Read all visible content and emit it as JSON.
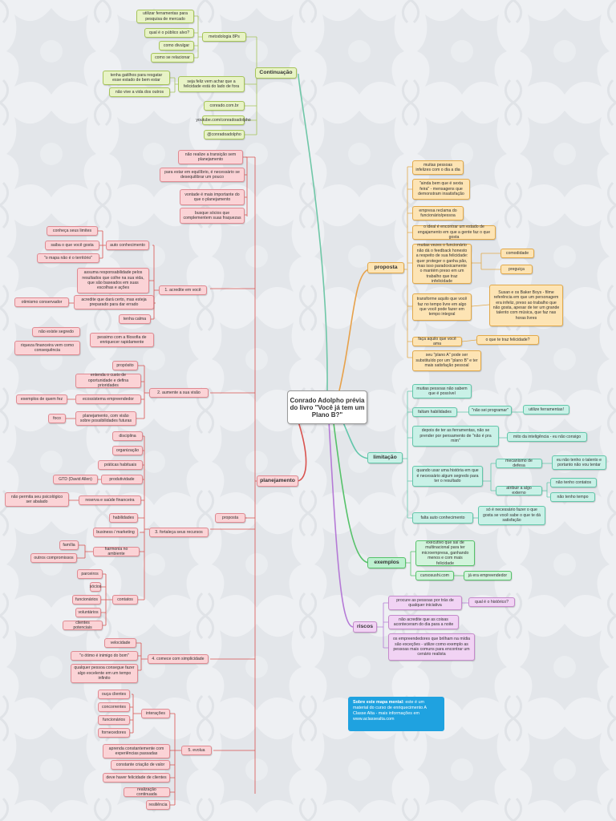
{
  "center": "Conrado Adolpho prévia do livro \"Você já tem um Plano B?\"",
  "info": {
    "title": "Sobre este mapa mental:",
    "text": "este é um material do curso de enriquecimento A Classe Alta - mais informações em www.aclassealta.com"
  },
  "colors": {
    "continuacao": "#a6c45a",
    "proposta": "#e2a94a",
    "limitacao": "#63c7ab",
    "exemplos": "#56c26a",
    "riscos": "#b57ad6",
    "planejamento": "#d9534f"
  },
  "nodes": [
    {
      "id": "continuacao",
      "label": "Continuação"
    },
    {
      "id": "metodologia",
      "label": "metodologia 8Ps"
    },
    {
      "id": "utilizar_ferr",
      "label": "utilizar ferramentas para pesquisa de mercado"
    },
    {
      "id": "publico",
      "label": "qual é o público alvo?"
    },
    {
      "id": "divulgar",
      "label": "como divulgar"
    },
    {
      "id": "relacionar",
      "label": "como se relacionar"
    },
    {
      "id": "seja_feliz",
      "label": "seja feliz vem achar que a felicidade está do lado de fora"
    },
    {
      "id": "gatilhos",
      "label": "tenha gatilhos para resgatar esse estado de bem estar"
    },
    {
      "id": "nao_vive",
      "label": "não vive a vida dos outros"
    },
    {
      "id": "site",
      "label": "conrado.com.br"
    },
    {
      "id": "youtube",
      "label": "youtube.com/conradoadolpho"
    },
    {
      "id": "twitter",
      "label": "@conradoadolpho"
    },
    {
      "id": "proposta",
      "label": "proposta"
    },
    {
      "id": "infelizes",
      "label": "muitas pessoas infelizes com o dia a dia"
    },
    {
      "id": "ainda_bem",
      "label": "\"ainda bem que é sexta feira\" - mensagens que demonstram insatisfação"
    },
    {
      "id": "empresa",
      "label": "empresa reclama do funcionário/pessoa"
    },
    {
      "id": "ideal",
      "label": "o ideal é encontrar um estado de engajamento em que a gente faz o que gosta"
    },
    {
      "id": "muitas_vezes",
      "label": "muitas vezes o funcionário não dá o feedback honesto a respeito de sua felicidade: quer proteger o ganha pão, mas isso paradoxicamente o mantém preso em um trabalho que traz infelicidade"
    },
    {
      "id": "comodidade",
      "label": "comodidade"
    },
    {
      "id": "preguica",
      "label": "preguiça"
    },
    {
      "id": "transforme",
      "label": "transforme aquilo que você faz no tempo livre em algo que você pode fazer em tempo integral"
    },
    {
      "id": "susan",
      "label": "Susan e os Baker Boys - filme referência em que um personagem era infeliz, preso ao trabalho que não gosta, apesar de ter um grande talento com música, que faz nas horas livres"
    },
    {
      "id": "faca_aquilo",
      "label": "faça aquilo que você ama"
    },
    {
      "id": "traz_felicidade",
      "label": "o que te traz felicidade?"
    },
    {
      "id": "plano_a",
      "label": "seu \"plano A\" pode ser substituído por um \"plano B\" e ter mais satisfação pessoal"
    },
    {
      "id": "limitacao",
      "label": "limitação"
    },
    {
      "id": "nao_sabem",
      "label": "muitas pessoas não sabem que é possível"
    },
    {
      "id": "faltam",
      "label": "faltam habilidades"
    },
    {
      "id": "nao_sei",
      "label": "\"não sei programar\""
    },
    {
      "id": "utilize_ferr",
      "label": "utilize ferramentas!"
    },
    {
      "id": "depois",
      "label": "depois de ter as ferramentas, não se prender por pensamento de \"não é pra mim\""
    },
    {
      "id": "mito",
      "label": "mito da inteligência - eu não consigo"
    },
    {
      "id": "historia",
      "label": "quando usar uma história em que é necessário algum segredo para ter o resultado"
    },
    {
      "id": "defesa",
      "label": "mecanismo de defesa"
    },
    {
      "id": "nao_tenho_talento",
      "label": "eu não tenho o talento e portanto não vou tentar"
    },
    {
      "id": "externo",
      "label": "atribuir a algo externo"
    },
    {
      "id": "contatos",
      "label": "não tenho contatos"
    },
    {
      "id": "tempo",
      "label": "não tenho tempo"
    },
    {
      "id": "auto_conhec_l",
      "label": "falta auto conhecimento"
    },
    {
      "id": "necessario",
      "label": "só é necessário fazer o que gosta se você sabe o que te dá satisfação"
    },
    {
      "id": "exemplos",
      "label": "exemplos"
    },
    {
      "id": "executivo",
      "label": "executivo que saí de multinacional para ter microempresa, ganhando menos e com mais felicidade"
    },
    {
      "id": "cursosushi",
      "label": "cursosushi.com"
    },
    {
      "id": "empreendedor",
      "label": "já era empreendedor"
    },
    {
      "id": "riscos",
      "label": "riscos"
    },
    {
      "id": "procure",
      "label": "procure as pessoas por trás de qualquer iniciativa"
    },
    {
      "id": "historico",
      "label": "qual é o histórico?"
    },
    {
      "id": "nao_acredite",
      "label": "não acredite que as coisas aconteceram do dia para a noite"
    },
    {
      "id": "empreendedores",
      "label": "os empreendedores que brilham na mídia são exceções - utilize como exemplo as pessoas mais comuns para encontrar um cenário realista"
    },
    {
      "id": "planejamento",
      "label": "planejamento"
    },
    {
      "id": "proposta_p",
      "label": "proposta"
    },
    {
      "id": "nao_realize",
      "label": "não realize a transição sem planejamento"
    },
    {
      "id": "equilibrio",
      "label": "para estar em equilíbrio, é necessário se desequilibrar um pouco"
    },
    {
      "id": "vontade",
      "label": "vontade é mais importante do que o planejamento"
    },
    {
      "id": "socios",
      "label": "busque sócios que complementem suas fraquezas"
    },
    {
      "id": "acredite",
      "label": "1. acredite em você"
    },
    {
      "id": "auto_conhec",
      "label": "auto conhecimento"
    },
    {
      "id": "limites",
      "label": "conheça seus limites"
    },
    {
      "id": "saiba",
      "label": "saiba o que você gosta"
    },
    {
      "id": "mapa",
      "label": "\"o mapa não é o território\""
    },
    {
      "id": "responsabilidade",
      "label": "assuma responsabilidade pelos resultados que colhe na sua vida, que são baseados em suas escolhas e ações"
    },
    {
      "id": "dara_certo",
      "label": "acredite que dará certo, mas esteja preparado para dar errado"
    },
    {
      "id": "otimismo",
      "label": "otimismo conservador"
    },
    {
      "id": "calma",
      "label": "tenha calma"
    },
    {
      "id": "pessimo",
      "label": "pessimo com a filosofia de enriquecer rapidamente"
    },
    {
      "id": "segredo",
      "label": "não existe segredo"
    },
    {
      "id": "riqueza",
      "label": "riqueza financeira vem como consequência"
    },
    {
      "id": "aumente",
      "label": "2. aumente a sua visão"
    },
    {
      "id": "proposito",
      "label": "propósito"
    },
    {
      "id": "entenda",
      "label": "entenda o custo de oportunidade e defina prioridades"
    },
    {
      "id": "ecossistema",
      "label": "ecossistema empreendedor"
    },
    {
      "id": "quem_fez",
      "label": "exemplos de quem fez"
    },
    {
      "id": "visao",
      "label": "planejamento, com visão sobre possibilidades futuras"
    },
    {
      "id": "foco",
      "label": "foco"
    },
    {
      "id": "fortaleca",
      "label": "3. fortaleça seus recursos"
    },
    {
      "id": "disciplina",
      "label": "disciplina"
    },
    {
      "id": "organizacao",
      "label": "organização"
    },
    {
      "id": "praticas",
      "label": "práticas habituais"
    },
    {
      "id": "produtividade",
      "label": "produtividade"
    },
    {
      "id": "gtd",
      "label": "GTD (David Allen)"
    },
    {
      "id": "reserva",
      "label": "reserva e saúde financeira"
    },
    {
      "id": "nao_permita",
      "label": "não permita seu psicológico ser abalado"
    },
    {
      "id": "habilidades",
      "label": "habilidades"
    },
    {
      "id": "business",
      "label": "business / marketing"
    },
    {
      "id": "harmonia",
      "label": "harmonia no ambiente"
    },
    {
      "id": "familia",
      "label": "família"
    },
    {
      "id": "compromissos",
      "label": "outros compromissos"
    },
    {
      "id": "contatos_p",
      "label": "contatos"
    },
    {
      "id": "parceiros",
      "label": "parceiros"
    },
    {
      "id": "socios2",
      "label": "sócios"
    },
    {
      "id": "funcionarios",
      "label": "funcionários"
    },
    {
      "id": "voluntarios",
      "label": "voluntários"
    },
    {
      "id": "clientes_pot",
      "label": "clientes potenciais"
    },
    {
      "id": "comece",
      "label": "4. comece com simplicidade"
    },
    {
      "id": "velocidade",
      "label": "velocidade"
    },
    {
      "id": "otimo",
      "label": "\"o ótimo é inimigo do bom\""
    },
    {
      "id": "qualquer",
      "label": "qualquer pessoa consegue fazer algo excelente em um tempo infinito"
    },
    {
      "id": "evolua",
      "label": "5. evolua"
    },
    {
      "id": "interacoes",
      "label": "interações"
    },
    {
      "id": "ouca",
      "label": "ouça clientes"
    },
    {
      "id": "concorrentes",
      "label": "concorrentes"
    },
    {
      "id": "funcionarios2",
      "label": "funcionários"
    },
    {
      "id": "fornecedores",
      "label": "fornecedores"
    },
    {
      "id": "aprenda",
      "label": "aprenda constantemente com experiências passadas"
    },
    {
      "id": "constante",
      "label": "constante criação de valor"
    },
    {
      "id": "deve_haver",
      "label": "deve haver felicidade de clientes"
    },
    {
      "id": "realizacao",
      "label": "realização continuada"
    },
    {
      "id": "resiliencia",
      "label": "resiliência"
    }
  ]
}
